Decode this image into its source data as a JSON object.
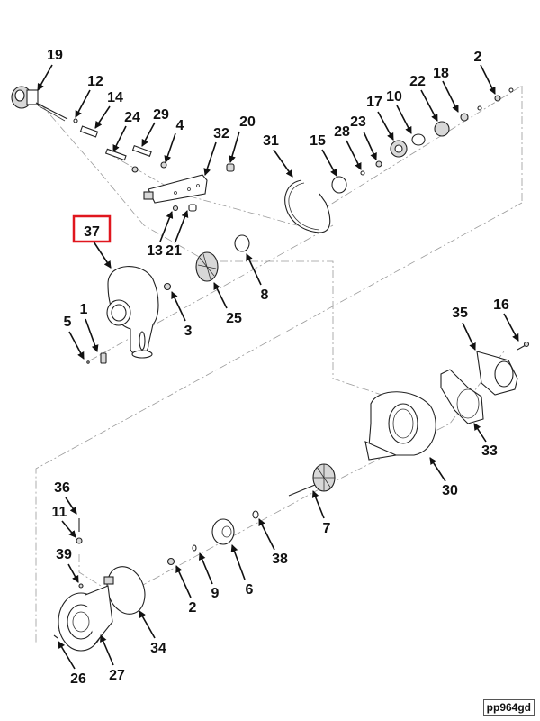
{
  "diagram": {
    "title": "Turbocharger exploded parts view",
    "drawing_id": "pp964gd",
    "highlighted_callout": "37",
    "highlight_color": "#e0161e",
    "callouts": [
      {
        "id": "19",
        "label": "19"
      },
      {
        "id": "12",
        "label": "12"
      },
      {
        "id": "14",
        "label": "14"
      },
      {
        "id": "24",
        "label": "24"
      },
      {
        "id": "29",
        "label": "29"
      },
      {
        "id": "4",
        "label": "4"
      },
      {
        "id": "20",
        "label": "20"
      },
      {
        "id": "32",
        "label": "32"
      },
      {
        "id": "31",
        "label": "31"
      },
      {
        "id": "15",
        "label": "15"
      },
      {
        "id": "28",
        "label": "28"
      },
      {
        "id": "23",
        "label": "23"
      },
      {
        "id": "17",
        "label": "17"
      },
      {
        "id": "10",
        "label": "10"
      },
      {
        "id": "22",
        "label": "22"
      },
      {
        "id": "18",
        "label": "18"
      },
      {
        "id": "2a",
        "label": "2"
      },
      {
        "id": "37",
        "label": "37"
      },
      {
        "id": "13",
        "label": "13"
      },
      {
        "id": "21",
        "label": "21"
      },
      {
        "id": "8",
        "label": "8"
      },
      {
        "id": "1",
        "label": "1"
      },
      {
        "id": "5",
        "label": "5"
      },
      {
        "id": "3",
        "label": "3"
      },
      {
        "id": "25",
        "label": "25"
      },
      {
        "id": "35",
        "label": "35"
      },
      {
        "id": "16",
        "label": "16"
      },
      {
        "id": "33",
        "label": "33"
      },
      {
        "id": "30",
        "label": "30"
      },
      {
        "id": "7",
        "label": "7"
      },
      {
        "id": "36",
        "label": "36"
      },
      {
        "id": "11",
        "label": "11"
      },
      {
        "id": "39",
        "label": "39"
      },
      {
        "id": "38",
        "label": "38"
      },
      {
        "id": "6",
        "label": "6"
      },
      {
        "id": "9",
        "label": "9"
      },
      {
        "id": "2b",
        "label": "2"
      },
      {
        "id": "34",
        "label": "34"
      },
      {
        "id": "26",
        "label": "26"
      },
      {
        "id": "27",
        "label": "27"
      }
    ]
  }
}
